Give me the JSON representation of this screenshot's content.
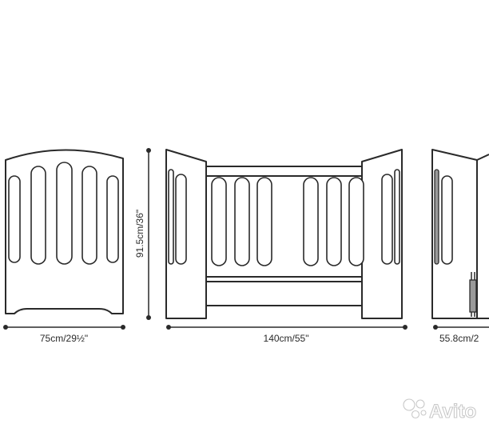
{
  "dimensions": {
    "width_end": "75cm/29½\"",
    "height": "91.5cm/36\"",
    "length": "140cm/55\"",
    "depth_side": "55.8cm/2"
  },
  "watermark": {
    "text": "Avito",
    "logo": "avito-dots-logo"
  },
  "colors": {
    "line": "#2a2a2a",
    "background": "#ffffff",
    "watermark_outline": "#c9c9c9"
  }
}
